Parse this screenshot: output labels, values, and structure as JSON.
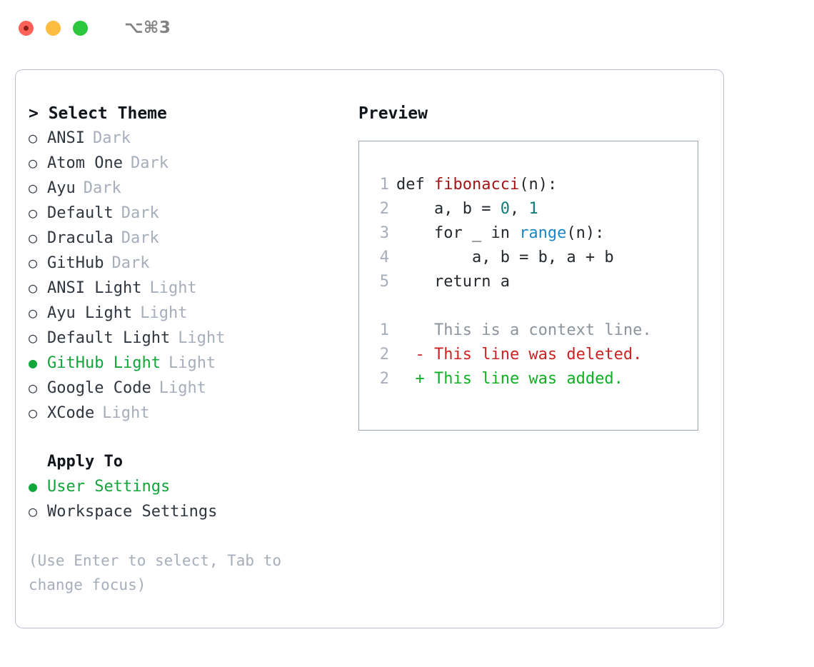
{
  "titlebar": {
    "shortcut": "⌥⌘3",
    "buttons": [
      {
        "name": "close",
        "color": "#fd6258"
      },
      {
        "name": "minimize",
        "color": "#fdbd41"
      },
      {
        "name": "zoom",
        "color": "#2dc73f"
      }
    ]
  },
  "theme_picker": {
    "heading": "> Select Theme",
    "marker_selected": "●",
    "marker_unselected": "○",
    "selected_color": "#11a53a",
    "items": [
      {
        "label": "ANSI",
        "tag": "Dark",
        "selected": false
      },
      {
        "label": "Atom One",
        "tag": "Dark",
        "selected": false
      },
      {
        "label": "Ayu",
        "tag": "Dark",
        "selected": false
      },
      {
        "label": "Default",
        "tag": "Dark",
        "selected": false
      },
      {
        "label": "Dracula",
        "tag": "Dark",
        "selected": false
      },
      {
        "label": "GitHub",
        "tag": "Dark",
        "selected": false
      },
      {
        "label": "ANSI Light",
        "tag": "Light",
        "selected": false
      },
      {
        "label": "Ayu Light",
        "tag": "Light",
        "selected": false
      },
      {
        "label": "Default Light",
        "tag": "Light",
        "selected": false
      },
      {
        "label": "GitHub Light",
        "tag": "Light",
        "selected": true
      },
      {
        "label": "Google Code",
        "tag": "Light",
        "selected": false
      },
      {
        "label": "XCode",
        "tag": "Light",
        "selected": false
      }
    ]
  },
  "apply_to": {
    "heading": "Apply To",
    "items": [
      {
        "label": "User Settings",
        "selected": true
      },
      {
        "label": "Workspace Settings",
        "selected": false
      }
    ]
  },
  "hint": "(Use Enter to select, Tab to change focus)",
  "preview": {
    "title": "Preview",
    "code_lines": [
      {
        "num": "1",
        "segments": [
          {
            "text": "def ",
            "style": "plain"
          },
          {
            "text": "fibonacci",
            "style": "fn"
          },
          {
            "text": "(n):",
            "style": "plain"
          }
        ]
      },
      {
        "num": "2",
        "segments": [
          {
            "text": "    a, b = ",
            "style": "plain"
          },
          {
            "text": "0",
            "style": "num"
          },
          {
            "text": ", ",
            "style": "plain"
          },
          {
            "text": "1",
            "style": "num"
          }
        ]
      },
      {
        "num": "3",
        "segments": [
          {
            "text": "    for _ in ",
            "style": "plain"
          },
          {
            "text": "range",
            "style": "call"
          },
          {
            "text": "(n):",
            "style": "plain"
          }
        ]
      },
      {
        "num": "4",
        "segments": [
          {
            "text": "        a, b = b, a + b",
            "style": "plain"
          }
        ]
      },
      {
        "num": "5",
        "segments": [
          {
            "text": "    return a",
            "style": "plain"
          }
        ]
      }
    ],
    "diff_lines": [
      {
        "num": "1",
        "sign": "  ",
        "text": "This is a context line.",
        "style": "ctx"
      },
      {
        "num": "2",
        "sign": "- ",
        "text": "This line was deleted.",
        "style": "del"
      },
      {
        "num": "2",
        "sign": "+ ",
        "text": "This line was added.",
        "style": "add"
      }
    ]
  }
}
